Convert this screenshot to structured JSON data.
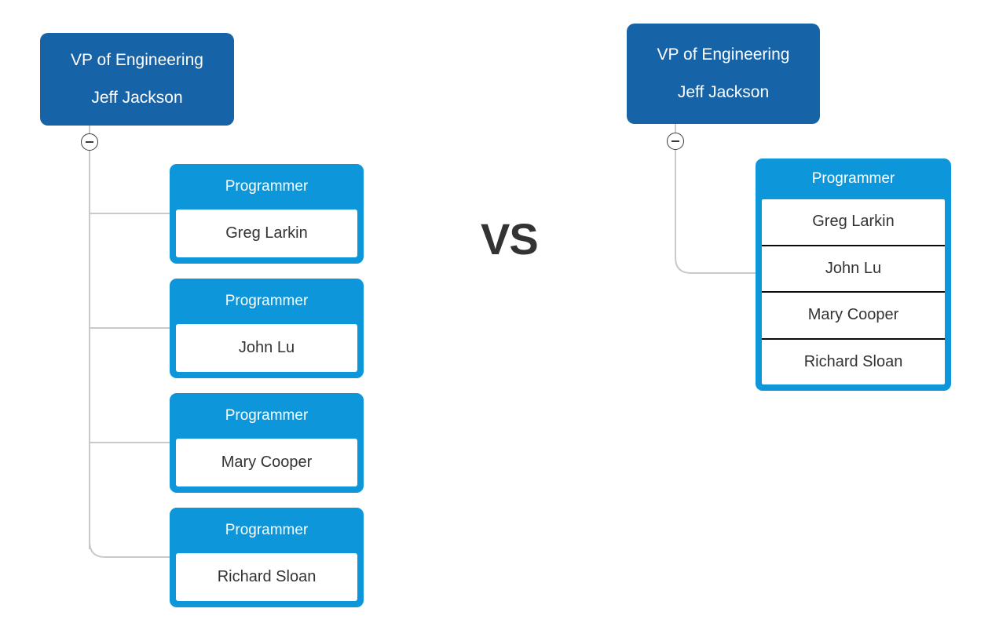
{
  "page": {
    "vs_label": "VS",
    "accent_dark_blue": "#1763a8",
    "accent_light_blue": "#0d96d9",
    "text_dark": "#333333",
    "connector_gray": "#c9c9c9",
    "background": "#ffffff"
  },
  "left_chart": {
    "root": {
      "title": "VP of Engineering",
      "name": "Jeff Jackson"
    },
    "toggle": {
      "state": "expanded",
      "glyph": "minus"
    },
    "children": [
      {
        "title": "Programmer",
        "name": "Greg Larkin"
      },
      {
        "title": "Programmer",
        "name": "John Lu"
      },
      {
        "title": "Programmer",
        "name": "Mary Cooper"
      },
      {
        "title": "Programmer",
        "name": "Richard Sloan"
      }
    ]
  },
  "right_chart": {
    "root": {
      "title": "VP of Engineering",
      "name": "Jeff Jackson"
    },
    "toggle": {
      "state": "expanded",
      "glyph": "minus"
    },
    "group": {
      "title": "Programmer",
      "members": [
        "Greg Larkin",
        "John Lu",
        "Mary Cooper",
        "Richard Sloan"
      ]
    }
  }
}
